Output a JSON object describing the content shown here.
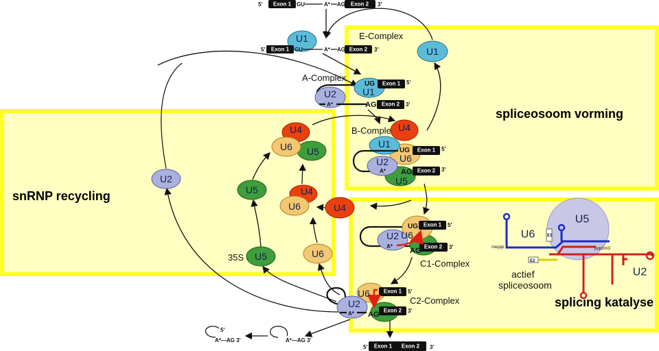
{
  "colors": {
    "U1": "#5cbcd8",
    "U2": "#aab1de",
    "U4": "#ea4010",
    "U5": "#3e9e3c",
    "U6": "#f4c870",
    "panel": "#ffffc2",
    "panel_border": "#ffff22",
    "catalysis_U6_strand": "#1a2ad0",
    "catalysis_U2_strand": "#d02020"
  },
  "panels": {
    "recycling": "snRNP recycling",
    "assembly": "spliceosoom vorming",
    "catalysis": "splicing katalyse"
  },
  "pre_mrna": {
    "five": "5'",
    "exon1": "Exon 1",
    "gu": "GU",
    "branch": "A*",
    "ag": "AG",
    "exon2": "Exon 2",
    "three": "3'"
  },
  "complexes": {
    "e": "E-Complex",
    "a": "A-Complex",
    "b": "B-Complex",
    "c1": "C1-Complex",
    "c2": "C2-Complex"
  },
  "snrnps": {
    "u1": "U1",
    "u2": "U2",
    "u4": "U4",
    "u5": "U5",
    "u6": "U6"
  },
  "ug": "UG",
  "recycling": {
    "s35": "35S"
  },
  "catalysis": {
    "u6": "U6",
    "u5": "U5",
    "u2": "U2",
    "line1": "actief",
    "line2": "spliceosoom",
    "mepp": "meppp",
    "pppg": "pppGm3",
    "e1": "E1",
    "e2": "E2"
  },
  "lariat": {
    "five": "5'",
    "tail": "A*—AG 3'"
  }
}
